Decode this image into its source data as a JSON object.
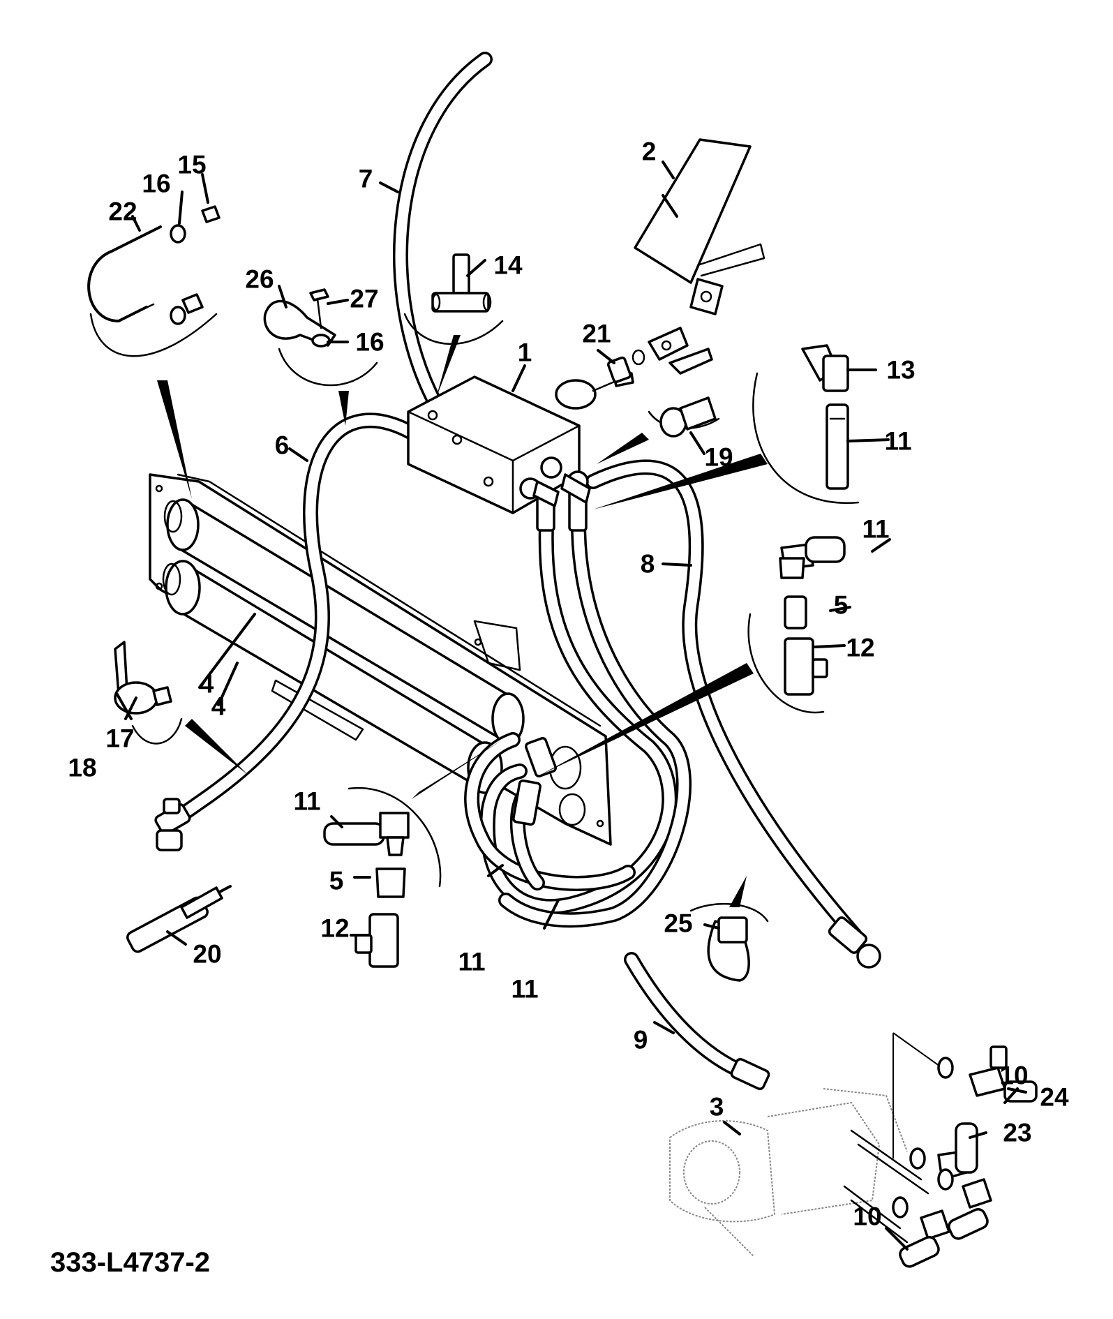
{
  "drawing": {
    "reference": "333-L4737-2"
  },
  "callouts": [
    {
      "id": "c1",
      "text": "1"
    },
    {
      "id": "c2",
      "text": "2"
    },
    {
      "id": "c3",
      "text": "3"
    },
    {
      "id": "c4a",
      "text": "4"
    },
    {
      "id": "c4b",
      "text": "4"
    },
    {
      "id": "c5a",
      "text": "5"
    },
    {
      "id": "c5b",
      "text": "5"
    },
    {
      "id": "c6",
      "text": "6"
    },
    {
      "id": "c7",
      "text": "7"
    },
    {
      "id": "c8",
      "text": "8"
    },
    {
      "id": "c9",
      "text": "9"
    },
    {
      "id": "c10a",
      "text": "10"
    },
    {
      "id": "c10b",
      "text": "10"
    },
    {
      "id": "c11a",
      "text": "11"
    },
    {
      "id": "c11b",
      "text": "11"
    },
    {
      "id": "c11c",
      "text": "11"
    },
    {
      "id": "c11d",
      "text": "11"
    },
    {
      "id": "c11e",
      "text": "11"
    },
    {
      "id": "c12a",
      "text": "12"
    },
    {
      "id": "c12b",
      "text": "12"
    },
    {
      "id": "c13",
      "text": "13"
    },
    {
      "id": "c14",
      "text": "14"
    },
    {
      "id": "c15",
      "text": "15"
    },
    {
      "id": "c16a",
      "text": "16"
    },
    {
      "id": "c16b",
      "text": "16"
    },
    {
      "id": "c17",
      "text": "17"
    },
    {
      "id": "c18",
      "text": "18"
    },
    {
      "id": "c19",
      "text": "19"
    },
    {
      "id": "c20",
      "text": "20"
    },
    {
      "id": "c21",
      "text": "21"
    },
    {
      "id": "c22",
      "text": "22"
    },
    {
      "id": "c23",
      "text": "23"
    },
    {
      "id": "c24",
      "text": "24"
    },
    {
      "id": "c25",
      "text": "25"
    },
    {
      "id": "c26",
      "text": "26"
    },
    {
      "id": "c27",
      "text": "27"
    }
  ]
}
